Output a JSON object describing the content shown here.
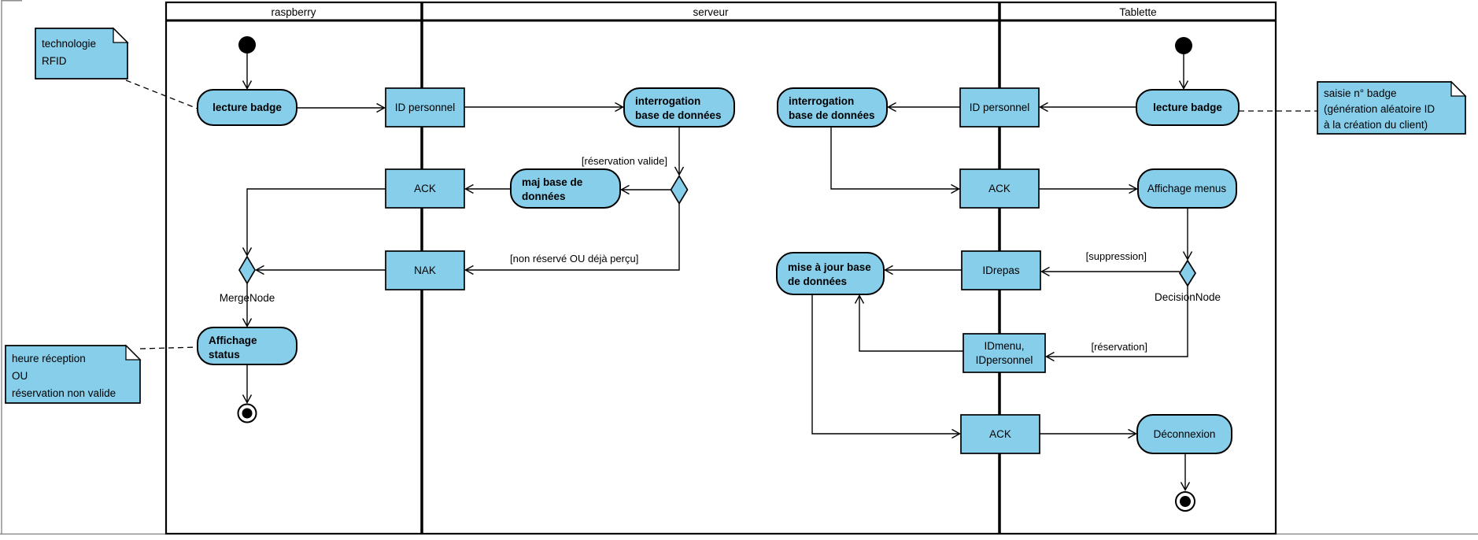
{
  "colors": {
    "node_fill": "#87CEEB",
    "edge": "#000000",
    "canvas_border": "#808080",
    "background": "#FFFFFF"
  },
  "lanes": {
    "raspberry": {
      "label": "raspberry"
    },
    "serveur": {
      "label": "serveur"
    },
    "tablette": {
      "label": "Tablette"
    }
  },
  "raspberry": {
    "lecture_badge": {
      "label": "lecture badge"
    },
    "id_personnel": {
      "label": "ID personnel"
    },
    "ack": {
      "label": "ACK"
    },
    "nak": {
      "label": "NAK"
    },
    "merge": {
      "label": "MergeNode"
    },
    "affichage_status": {
      "line1": "Affichage",
      "line2": "status"
    }
  },
  "serveur": {
    "interrogation_bdd_1": {
      "line1": "interrogation",
      "line2": "base de données"
    },
    "maj_bdd": {
      "line1": "maj base de",
      "line2": "données"
    },
    "interrogation_bdd_2": {
      "line1": "interrogation",
      "line2": "base de données"
    },
    "mise_a_jour_bdd": {
      "line1": "mise à jour base",
      "line2": "de données"
    },
    "guards": {
      "reservation_valide": "[réservation valide]",
      "non_reserve_ou_deja_percu": "[non réservé OU déjà perçu]"
    }
  },
  "tablette": {
    "lecture_badge": {
      "label": "lecture badge"
    },
    "id_personnel": {
      "label": "ID personnel"
    },
    "ack_haut": {
      "label": "ACK"
    },
    "affichage_menus": {
      "label": "Affichage menus"
    },
    "decision": {
      "label": "DecisionNode"
    },
    "idrepas": {
      "label": "IDrepas"
    },
    "idmenu_idpersonnel": {
      "line1": "IDmenu,",
      "line2": "IDpersonnel"
    },
    "ack_bas": {
      "label": "ACK"
    },
    "deconnexion": {
      "label": "Déconnexion"
    },
    "guards": {
      "suppression": "[suppression]",
      "reservation": "[réservation]"
    }
  },
  "notes": {
    "technologie_rfid": {
      "line1": "technologie",
      "line2": "RFID"
    },
    "saisie_badge": {
      "line1": "saisie n° badge",
      "line2": "(génération aléatoire ID",
      "line3": "à la création du client)"
    },
    "heure_reception": {
      "line1": "heure réception",
      "line2": "OU",
      "line3": "réservation non valide"
    }
  }
}
